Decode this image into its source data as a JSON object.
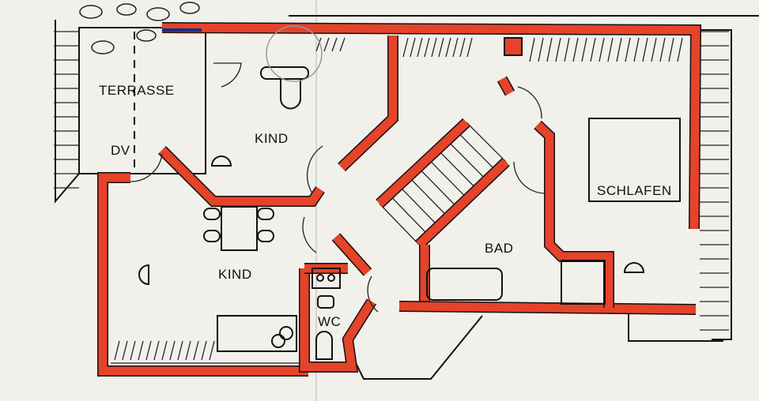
{
  "rooms": {
    "terrace": "TERRASSE",
    "dv": "DV",
    "child_upper": "KIND",
    "child_lower": "KIND",
    "bath": "BAD",
    "wc": "WC",
    "bedroom": "SCHLAFEN"
  },
  "colors": {
    "wall": "#e5432a",
    "paper": "#f1f0ea",
    "ink": "#111111"
  }
}
